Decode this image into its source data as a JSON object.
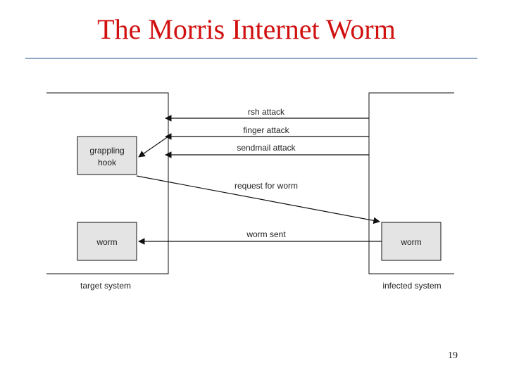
{
  "slide": {
    "title": "The Morris Internet Worm",
    "page_number": "19"
  },
  "diagram": {
    "target_system_label": "target system",
    "infected_system_label": "infected system",
    "grappling_hook_line1": "grappling",
    "grappling_hook_line2": "hook",
    "target_worm_label": "worm",
    "infected_worm_label": "worm",
    "arrows": {
      "rsh": "rsh attack",
      "finger": "finger attack",
      "sendmail": "sendmail attack",
      "request": "request for worm",
      "worm_sent": "worm sent"
    }
  }
}
